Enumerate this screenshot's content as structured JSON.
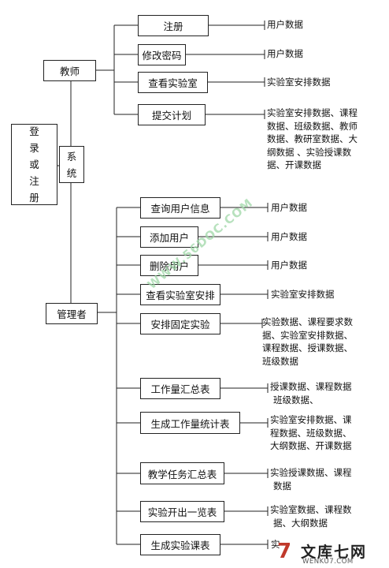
{
  "root": {
    "chars": [
      "登",
      "录",
      "或",
      "注",
      "册"
    ]
  },
  "system": {
    "chars": [
      "系",
      "统"
    ]
  },
  "teacher": {
    "label": "教师",
    "items": [
      {
        "label": "注册",
        "data": "用户数据"
      },
      {
        "label": "修改密码",
        "data": "用户数据"
      },
      {
        "label": "查看实验室",
        "data": "实验室安排数据"
      },
      {
        "label": "提交计划",
        "data": [
          "实验室安排数据、课程",
          "数据、班级数据、教师",
          "数据、教研室数据、大",
          "纲数据 、实验授课数",
          "据、开课数据"
        ]
      }
    ]
  },
  "admin": {
    "label": "管理者",
    "items": [
      {
        "label": "查询用户信息",
        "data": "用户数据"
      },
      {
        "label": "添加用户",
        "data": "用户数据"
      },
      {
        "label": "删除用户",
        "data": "用户数据"
      },
      {
        "label": "查看实验室安排",
        "data": "实验室安排数据"
      },
      {
        "label": "安排固定实验",
        "data": [
          "实验数据、课程要求数",
          "据、实验室安排数据、",
          "课程数据、授课数据、",
          "班级数据"
        ]
      },
      {
        "label": "工作量汇总表",
        "data": [
          "授课数据、课程数据",
          "班级数据、"
        ]
      },
      {
        "label": "生成工作量统计表",
        "data": [
          "实验室安排数据、课",
          "程数据、班级数据、",
          "大纲数据、开课数据"
        ]
      },
      {
        "label": "教学任务汇总表",
        "data": [
          "实验授课数据、课程",
          "数据"
        ]
      },
      {
        "label": "实验开出一览表",
        "data": [
          "实验室数据、课程数",
          "据、大纲数据"
        ]
      },
      {
        "label": "生成实验课表",
        "data": "实"
      }
    ]
  },
  "watermark": "WWW.56DOC.COM",
  "logo": {
    "mark": "7",
    "name": "文库七网",
    "url": "WENKU7.COM"
  }
}
